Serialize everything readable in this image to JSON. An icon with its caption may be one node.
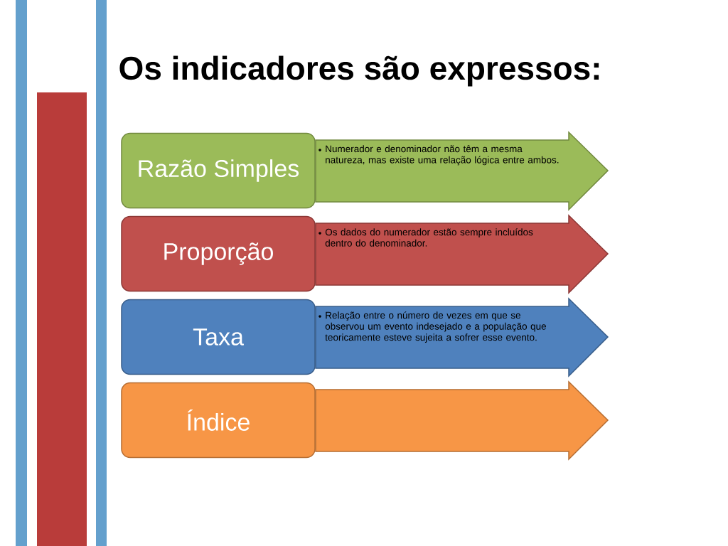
{
  "diagram": {
    "title": "Os indicadores são expressos:",
    "nodes": [
      {
        "text": [
          "Razão Simples"
        ]
      },
      {
        "text": [
          "Numerador e denominador não têm a mesma natureza, mas existe uma relação lógica entre ambos."
        ]
      },
      {
        "text": [
          "Proporção"
        ]
      },
      {
        "text": [
          "Os dados do numerador estão sempre incluídos dentro do denominador."
        ]
      },
      {
        "text": [
          "Taxa"
        ]
      },
      {
        "text": [
          "Relação entre o número de vezes em que se observou um evento indesejado e a população que teoricamente esteve sujeita a sofrer esse evento."
        ]
      },
      {
        "text": [
          "Índice"
        ]
      },
      {
        "text": [],
        "shape": "arrow"
      }
    ]
  }
}
